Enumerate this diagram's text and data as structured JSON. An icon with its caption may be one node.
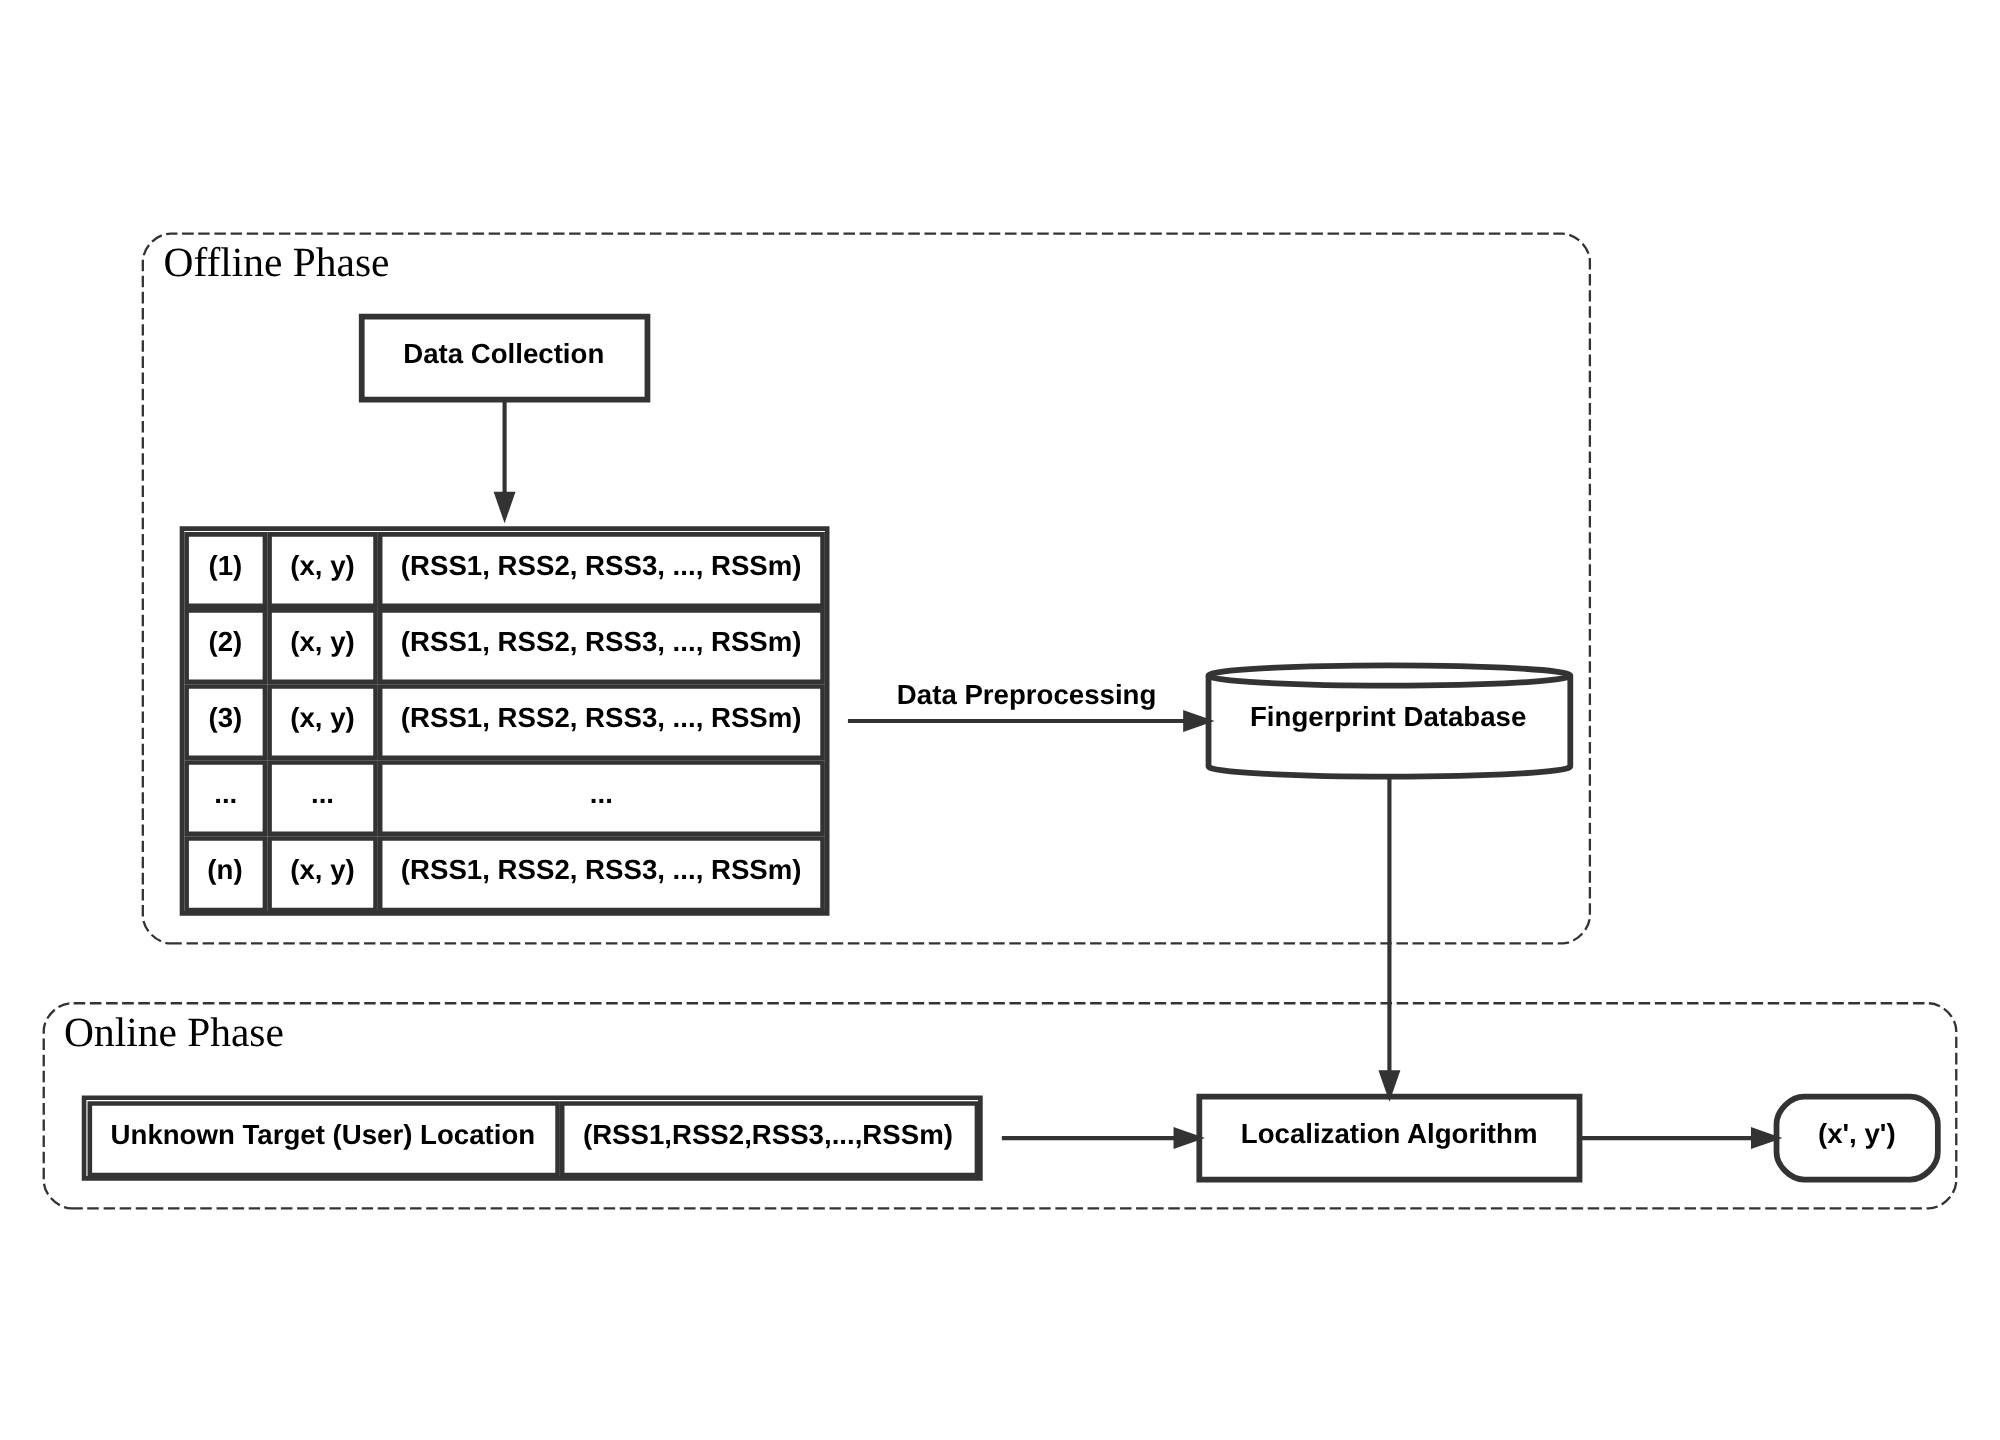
{
  "diagram": {
    "nodes": [
      {
        "text": [
          "Offline Phase"
        ]
      },
      {
        "text": [
          "Data Collection"
        ],
        "in": 0
      },
      {
        "text": [
          "(1)",
          "(x, y)",
          "(RSS1, RSS2, RSS3, ..., RSSm)",
          "(2)",
          "(x, y)",
          "(RSS1, RSS2, RSS3, ..., RSSm)",
          "(3)",
          "(x, y)",
          "(RSS1, RSS2, RSS3, ..., RSSm)",
          "...",
          "...",
          "...",
          "(n)",
          "(x, y)",
          "(RSS1, RSS2, RSS3, ..., RSSm)"
        ],
        "in": 0
      },
      {
        "text": [
          "Fingerprint Database"
        ],
        "in": 0
      },
      {
        "text": [
          "Online Phase"
        ]
      },
      {
        "text": [
          "Unknown Target (User) Location",
          "(RSS1,RSS2,RSS3,...,RSSm)"
        ],
        "in": 4
      },
      {
        "text": [
          "Localization Algorithm"
        ],
        "in": 4
      },
      {
        "text": [
          "(x', y')"
        ],
        "in": 4
      }
    ],
    "edges": [
      {
        "from": 1,
        "to": 2,
        "arrow": "to"
      },
      {
        "from": 2,
        "to": 3,
        "arrow": "to",
        "label": "Data Preprocessing"
      },
      {
        "from": 3,
        "to": 6,
        "arrow": "to"
      },
      {
        "from": 5,
        "to": 6,
        "arrow": "to"
      },
      {
        "from": 6,
        "to": 7,
        "arrow": "to"
      }
    ]
  }
}
